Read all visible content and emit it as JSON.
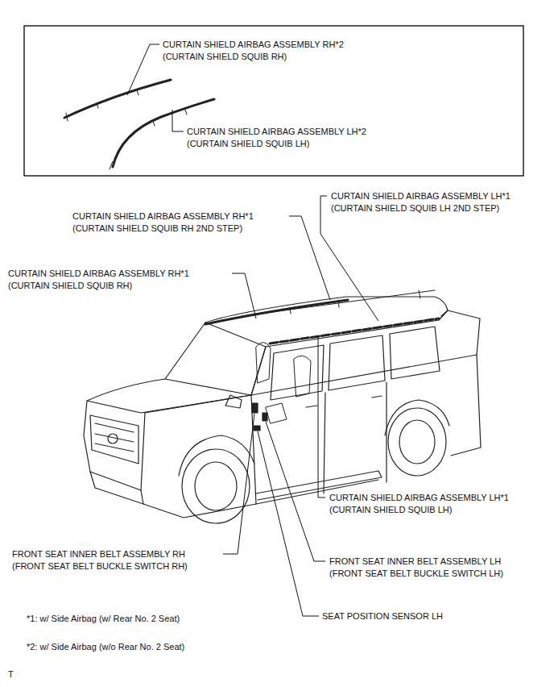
{
  "diagram": {
    "labels": [
      "CURTAIN SHIELD AIRBAG ASSEMBLY RH*2",
      "(CURTAIN SHIELD SQUIB RH)",
      "CURTAIN SHIELD AIRBAG ASSEMBLY LH*2",
      "(CURTAIN SHIELD SQUIB LH)",
      "CURTAIN SHIELD AIRBAG ASSEMBLY LH*1",
      "(CURTAIN SHIELD SQUIB LH 2ND STEP)",
      "CURTAIN SHIELD AIRBAG ASSEMBLY RH*1",
      "(CURTAIN SHIELD SQUIB RH 2ND STEP)",
      "CURTAIN SHIELD AIRBAG ASSEMBLY RH*1",
      "(CURTAIN SHIELD SQUIB RH)",
      "CURTAIN SHIELD AIRBAG ASSEMBLY LH*1",
      "(CURTAIN SHIELD SQUIB LH)",
      "FRONT SEAT INNER BELT ASSEMBLY RH",
      "(FRONT SEAT BELT BUCKLE SWITCH RH)",
      "FRONT SEAT INNER BELT ASSEMBLY LH",
      "(FRONT SEAT BELT BUCKLE SWITCH LH)",
      "SEAT POSITION SENSOR LH",
      "*1: w/ Side Airbag (w/ Rear No. 2 Seat)",
      "*2: w/ Side Airbag (w/o Rear No. 2 Seat)",
      "T"
    ]
  }
}
